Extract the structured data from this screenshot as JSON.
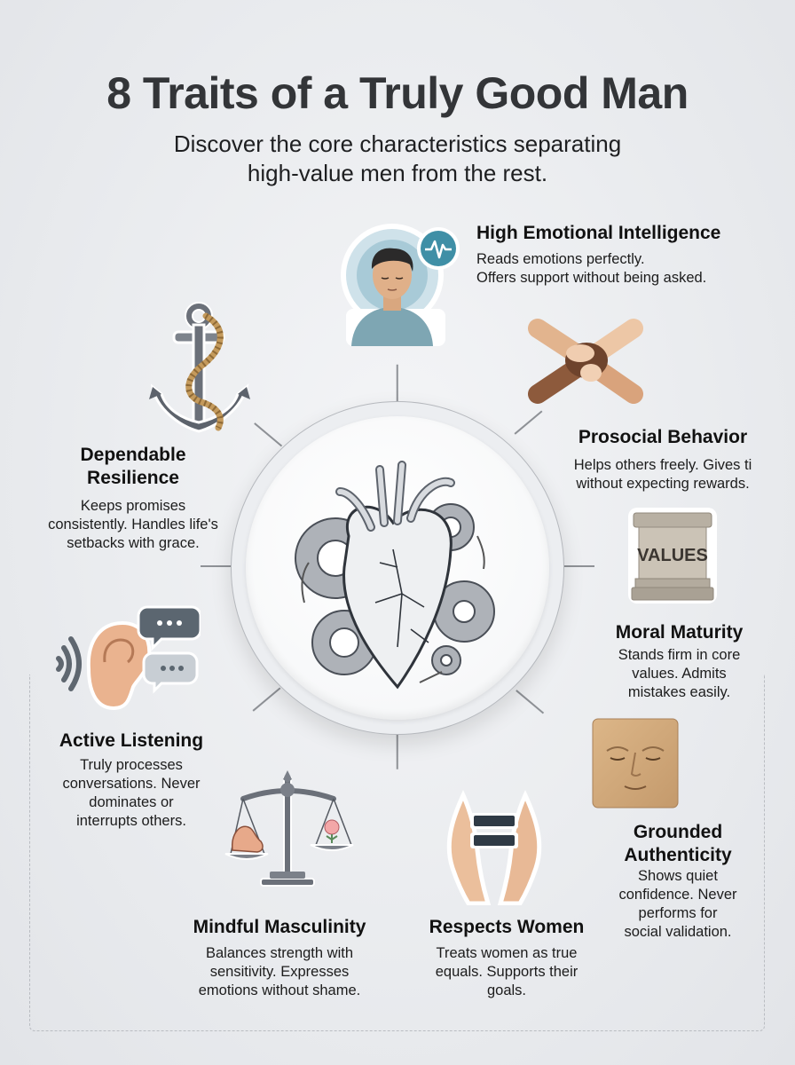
{
  "header": {
    "title": "8 Traits of a Truly Good Man",
    "subtitle_line1": "Discover the core characteristics separating",
    "subtitle_line2": "high-value men from the rest."
  },
  "center": {
    "icon": "heart-with-gears-icon"
  },
  "traits": [
    {
      "title": "High Emotional Intelligence",
      "desc_lines": [
        "Reads emotions perfectly.",
        "Offers support without being asked."
      ],
      "icon": "calm-man-with-pulse-icon"
    },
    {
      "title": "Prosocial Behavior",
      "desc_lines": [
        "Helps others freely. Gives ti",
        "without expecting rewards."
      ],
      "icon": "joined-hands-icon"
    },
    {
      "title": "Moral Maturity",
      "desc_lines": [
        "Stands firm in core",
        "values. Admits",
        "mistakes easily."
      ],
      "icon": "values-pedestal-icon",
      "icon_label": "VALUES"
    },
    {
      "title_lines": [
        "Grounded",
        "Authenticity"
      ],
      "desc_lines": [
        "Shows quiet",
        "confidence. Never",
        "performs for",
        "social validation."
      ],
      "icon": "wooden-face-icon"
    },
    {
      "title": "Respects Women",
      "desc_lines": [
        "Treats women as true",
        "equals. Supports their",
        "goals."
      ],
      "icon": "hands-equal-sign-icon"
    },
    {
      "title": "Mindful Masculinity",
      "desc_lines": [
        "Balances strength with",
        "sensitivity. Expresses",
        "emotions without shame."
      ],
      "icon": "balance-scale-icon"
    },
    {
      "title": "Active Listening",
      "desc_lines": [
        "Truly processes",
        "conversations. Never",
        "dominates or",
        "interrupts others."
      ],
      "icon": "ear-speech-bubbles-icon"
    },
    {
      "title_lines": [
        "Dependable",
        "Resilience"
      ],
      "desc_lines": [
        "Keeps promises",
        "consistently. Handles life's",
        "setbacks with grace."
      ],
      "icon": "anchor-rope-icon"
    }
  ],
  "colors": {
    "background": "#eceef1",
    "title": "#333538",
    "text": "#111111",
    "connector": "#8e9196",
    "icon_gray": "#6b7079",
    "teal": "#3f8fa6",
    "skin": "#e3b48f",
    "rope": "#c49a5c"
  }
}
